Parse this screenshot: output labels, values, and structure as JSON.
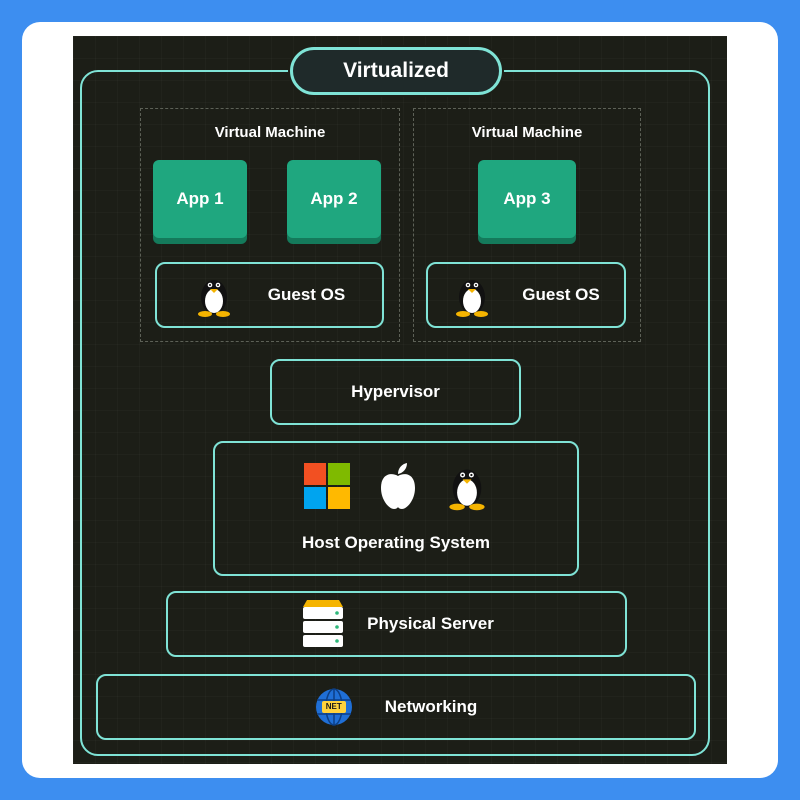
{
  "diagram": {
    "title": "Virtualized",
    "virtual_machines": [
      {
        "label": "Virtual Machine",
        "apps": [
          "App 1",
          "App 2"
        ],
        "guest_os": "Guest OS"
      },
      {
        "label": "Virtual Machine",
        "apps": [
          "App 3"
        ],
        "guest_os": "Guest OS"
      }
    ],
    "hypervisor": "Hypervisor",
    "host_os": "Host Operating System",
    "physical_server": "Physical Server",
    "networking": "Networking",
    "networking_badge": "NET",
    "colors": {
      "accent": "#7fe3d6",
      "app_green": "#1fa77f",
      "background": "#1c1e17",
      "frame": "#3d8ef0"
    }
  }
}
